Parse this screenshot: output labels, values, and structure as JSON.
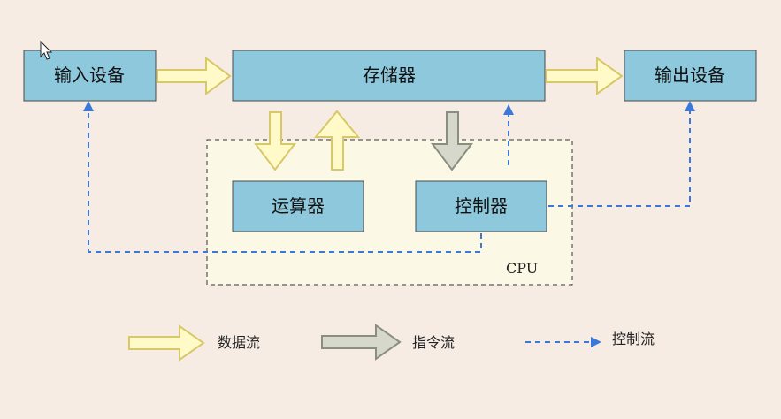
{
  "nodes": {
    "input": "输入设备",
    "memory": "存储器",
    "output": "输出设备",
    "alu": "运算器",
    "controller": "控制器"
  },
  "cpu_label": "CPU",
  "legend": {
    "data_flow": "数据流",
    "instruction_flow": "指令流",
    "control_flow": "控制流"
  },
  "colors": {
    "box_fill": "#8ec8dc",
    "box_stroke": "#4a4a4a",
    "cpu_fill": "#fcf8e6",
    "data_arrow_fill": "#fffac8",
    "data_arrow_stroke": "#d8c868",
    "instruction_arrow_fill": "#d6d8cc",
    "instruction_arrow_stroke": "#8a8e80",
    "control_line": "#3b78d8"
  }
}
